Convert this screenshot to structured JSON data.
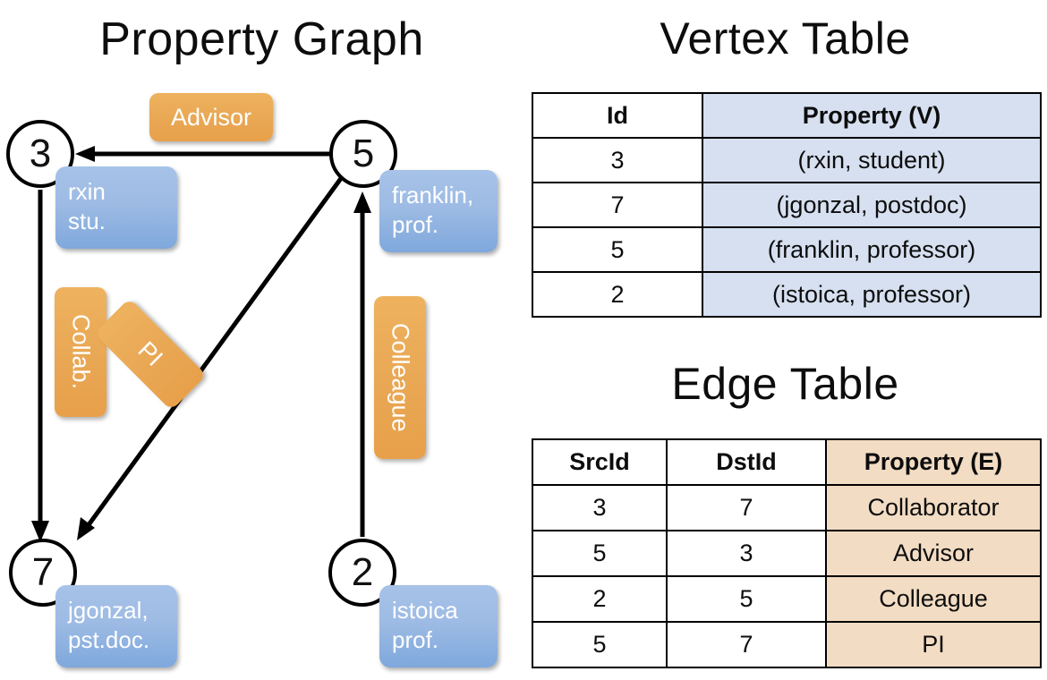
{
  "titles": {
    "property_graph": "Property Graph",
    "vertex_table": "Vertex Table",
    "edge_table": "Edge Table"
  },
  "graph": {
    "vertices": [
      {
        "id": "3",
        "property_label": "rxin\nstu."
      },
      {
        "id": "5",
        "property_label": "franklin,\nprof."
      },
      {
        "id": "7",
        "property_label": "jgonzal,\npst.doc."
      },
      {
        "id": "2",
        "property_label": "istoica\nprof."
      }
    ],
    "vertex_labels": {
      "v3": "3",
      "v5": "5",
      "v7": "7",
      "v2": "2"
    },
    "property_boxes": {
      "rxin_line1": "rxin",
      "rxin_line2": "stu.",
      "franklin_line1": "franklin,",
      "franklin_line2": "prof.",
      "jgonzal_line1": "jgonzal,",
      "jgonzal_line2": "pst.doc.",
      "istoica_line1": "istoica",
      "istoica_line2": "prof."
    },
    "edge_labels": {
      "advisor": "Advisor",
      "collab": "Collab.",
      "pi": "PI",
      "colleague": "Colleague"
    },
    "colors": {
      "vertex_fill": "#ffffff",
      "vertex_stroke": "#000000",
      "property_box": "#9dbbe4",
      "edge_box": "#e9a855",
      "arrow": "#000000"
    }
  },
  "vertex_table": {
    "headers": [
      "Id",
      "Property (V)"
    ],
    "rows": [
      {
        "id": "3",
        "property": "(rxin, student)"
      },
      {
        "id": "7",
        "property": "(jgonzal, postdoc)"
      },
      {
        "id": "5",
        "property": "(franklin, professor)"
      },
      {
        "id": "2",
        "property": "(istoica, professor)"
      }
    ],
    "property_column_color": "#d6e0f0"
  },
  "edge_table": {
    "headers": [
      "SrcId",
      "DstId",
      "Property (E)"
    ],
    "rows": [
      {
        "src": "3",
        "dst": "7",
        "property": "Collaborator"
      },
      {
        "src": "5",
        "dst": "3",
        "property": "Advisor"
      },
      {
        "src": "2",
        "dst": "5",
        "property": "Colleague"
      },
      {
        "src": "5",
        "dst": "7",
        "property": "PI"
      }
    ],
    "property_column_color": "#f2dcc3"
  }
}
